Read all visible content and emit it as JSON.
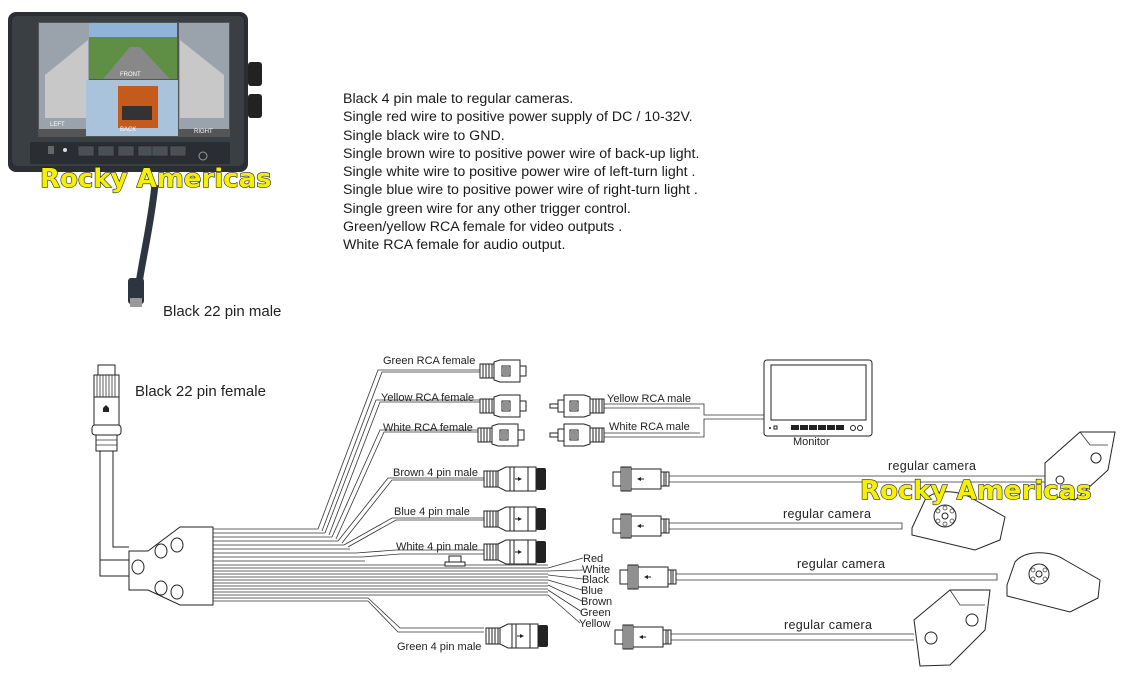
{
  "product_photo": {
    "monitor_screen_labels": [
      "FRONT",
      "LEFT",
      "BACK",
      "RIGHT"
    ],
    "cable_label": "Black 22 pin male"
  },
  "watermark": "Rocky Americas",
  "notes": [
    "Black 4 pin male to regular cameras.",
    "Single red wire to positive power supply of DC / 10-32V.",
    "Single black wire to GND.",
    "Single brown wire to positive power wire  of back-up light.",
    "Single white wire to positive power wire of  left-turn light .",
    "Single blue  wire to positive power wire of  right-turn light .",
    "Single green wire for any other trigger control.",
    "Green/yellow RCA female for video outputs  .",
    "White RCA female for audio output."
  ],
  "harness": {
    "main_connector": "Black 22  pin female",
    "rca_female": [
      "Green RCA female",
      "Yellow RCA female",
      "White RCA female"
    ],
    "rca_male": [
      "Yellow RCA male",
      "White RCA male"
    ],
    "monitor_label": "Monitor",
    "four_pin_male": [
      "Brown 4 pin male",
      "Blue 4 pin male",
      "White 4 pin male",
      "Green 4 pin male"
    ],
    "wire_colors": [
      "Red",
      "White",
      "Black",
      "Blue",
      "Brown",
      "Green",
      "Yellow"
    ],
    "cameras": [
      "regular camera",
      "regular camera",
      "regular camera",
      "regular camera"
    ]
  }
}
